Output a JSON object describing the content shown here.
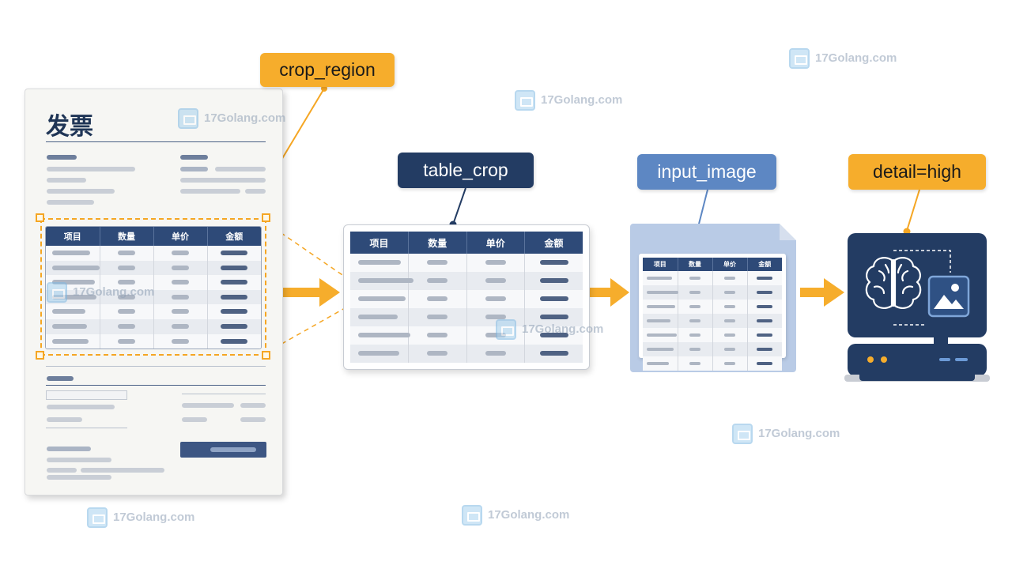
{
  "labels": {
    "crop_region": "crop_region",
    "table_crop": "table_crop",
    "input_image": "input_image",
    "detail": "detail=high"
  },
  "invoice": {
    "title": "发票"
  },
  "table": {
    "headers": [
      "项目",
      "数量",
      "单价",
      "金额"
    ]
  },
  "watermark": {
    "name": "17Golang.com"
  },
  "colors": {
    "orange": "#f6ad2c",
    "navy": "#233c63",
    "blue": "#5d87c3"
  },
  "icons": [
    "brain-icon",
    "image-icon",
    "arrow-right-icon"
  ]
}
